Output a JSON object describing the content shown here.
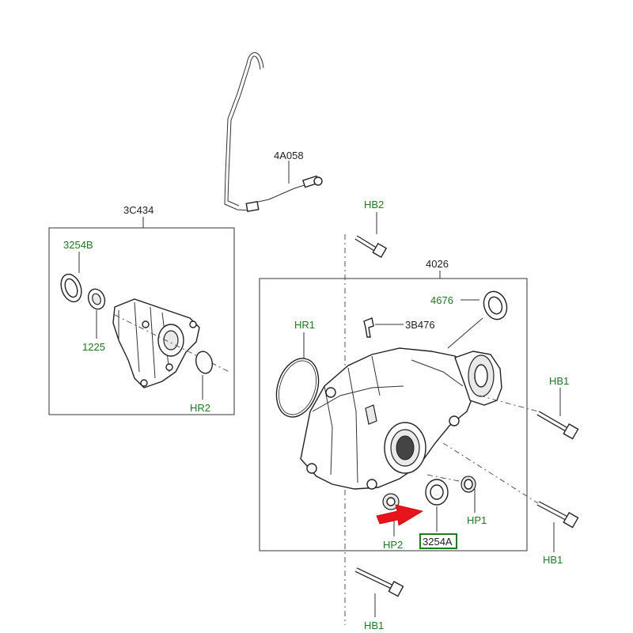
{
  "labels": {
    "pipe": "4A058",
    "cover_assembly": "3C434",
    "cover_seal": "3254B",
    "cover_bearing": "1225",
    "cover_ring": "HR2",
    "housing_assembly": "4026",
    "housing_seal": "4676",
    "breather": "3B476",
    "housing_ring": "HR1",
    "bolt_top": "HB2",
    "bolt_right_upper": "HB1",
    "bolt_right_lower": "HB1",
    "bolt_bottom": "HB1",
    "plug_right": "HP1",
    "plug_left": "HP2",
    "output_seal": "3254A"
  },
  "colors": {
    "black_label": "#1f1f1f",
    "green_label": "#1e7a1e",
    "highlight_box": "#1e7a1e",
    "arrow": "#e8141b"
  },
  "icons": {
    "pointer": "red-arrow-icon"
  }
}
